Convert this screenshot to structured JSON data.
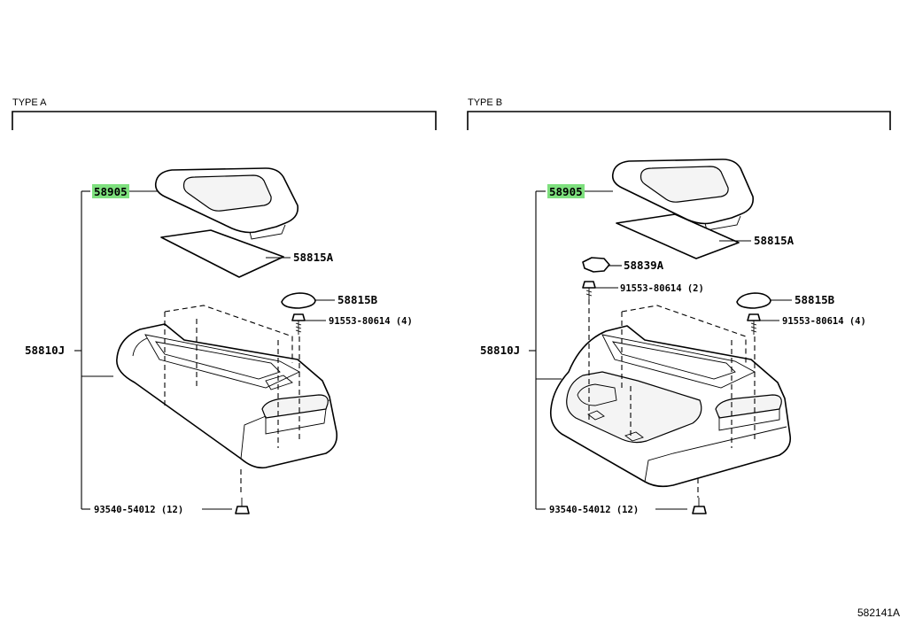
{
  "diagram": {
    "figure_id": "582141A",
    "highlight_color": "#7ee07e",
    "panels": [
      {
        "type_label": "TYPE A",
        "labels": {
          "cover": "58905",
          "mat": "58815A",
          "cap": "58815B",
          "screw": "91553-80614 (4)",
          "body": "58810J",
          "bolt": "93540-54012 (12)"
        }
      },
      {
        "type_label": "TYPE B",
        "labels": {
          "cover": "58905",
          "mat": "58815A",
          "clip": "58839A",
          "clip_screw": "91553-80614 (2)",
          "cap": "58815B",
          "screw": "91553-80614 (4)",
          "body": "58810J",
          "bolt": "93540-54012 (12)"
        }
      }
    ]
  }
}
